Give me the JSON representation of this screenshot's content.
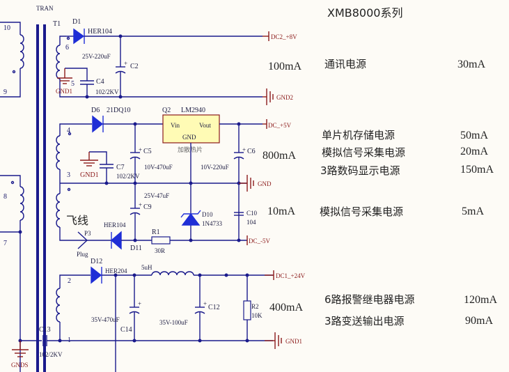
{
  "title": "XMB8000系列",
  "transformer": {
    "ref": "T1",
    "label": "TRAN",
    "pins": [
      "10",
      "9",
      "8",
      "7",
      "6",
      "5",
      "4",
      "3",
      "2",
      "1"
    ]
  },
  "components": {
    "D1": {
      "ref": "D1",
      "value": "HER104"
    },
    "C2": {
      "ref": "C2",
      "value": "25V-220uF"
    },
    "C4": {
      "ref": "C4",
      "value": "102/2KV"
    },
    "D6": {
      "ref": "D6",
      "value": "21DQ10"
    },
    "Q2": {
      "ref": "Q2",
      "value": "LM2940",
      "pin_vin": "Vin",
      "pin_vout": "Vout",
      "pin_gnd": "GND",
      "note": "加散热片"
    },
    "C5": {
      "ref": "C5",
      "value": "10V-470uF"
    },
    "C6": {
      "ref": "C6",
      "value": "10V-220uF"
    },
    "C7": {
      "ref": "C7",
      "value": "102/2KV"
    },
    "C9": {
      "ref": "C9",
      "value": "25V-47uF"
    },
    "D10": {
      "ref": "D10",
      "value": "1N4733"
    },
    "C10": {
      "ref": "C10",
      "value": "104"
    },
    "D11": {
      "ref": "D11",
      "value": "HER104"
    },
    "R1": {
      "ref": "R1",
      "value": "30R"
    },
    "P3": {
      "ref": "P3",
      "value": "Plug"
    },
    "D12": {
      "ref": "D12",
      "value": "HER204"
    },
    "L": {
      "value": "5uH"
    },
    "C14": {
      "ref": "C14",
      "value": "35V-470uF"
    },
    "C12": {
      "ref": "C12",
      "value": "35V-100uF"
    },
    "R2": {
      "ref": "R2",
      "value": "10K"
    },
    "C13": {
      "ref": "C13",
      "value": "102/2KV"
    }
  },
  "nets": {
    "dc2_8v": "DC2_+8V",
    "gnd2": "GND2",
    "dc_5v": "DC_+5V",
    "gnd": "GND",
    "dc_m5v": "DC_-5V",
    "dc1_24v": "DC1_+24V",
    "gnd1": "GND1",
    "gnds": "GNDS"
  },
  "annotations": {
    "flying_wire": "飞线"
  },
  "rails": [
    {
      "current": "100mA",
      "loads": [
        {
          "name": "通讯电源",
          "current": "30mA"
        }
      ]
    },
    {
      "current": "800mA",
      "loads": [
        {
          "name": "单片机存储电源",
          "current": "50mA"
        },
        {
          "name": "模拟信号采集电源",
          "current": "20mA"
        },
        {
          "name": "3路数码显示电源",
          "current": "150mA"
        }
      ]
    },
    {
      "current": "10mA",
      "loads": [
        {
          "name": "模拟信号采集电源",
          "current": "5mA"
        }
      ]
    },
    {
      "current": "400mA",
      "loads": [
        {
          "name": "6路报警继电器电源",
          "current": "120mA"
        },
        {
          "name": "3路变送输出电源",
          "current": "90mA"
        }
      ]
    }
  ]
}
